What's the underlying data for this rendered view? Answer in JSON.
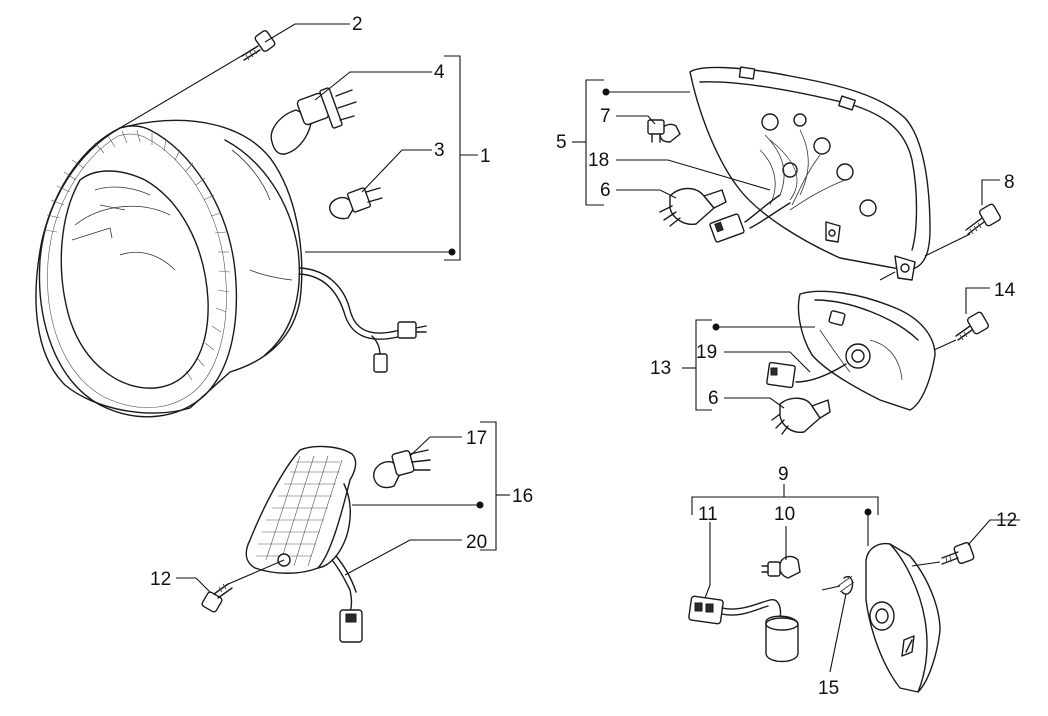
{
  "callouts": [
    {
      "id": "1",
      "label": "1"
    },
    {
      "id": "2",
      "label": "2"
    },
    {
      "id": "3",
      "label": "3"
    },
    {
      "id": "4",
      "label": "4"
    },
    {
      "id": "5",
      "label": "5"
    },
    {
      "id": "6a",
      "label": "6"
    },
    {
      "id": "6b",
      "label": "6"
    },
    {
      "id": "7",
      "label": "7"
    },
    {
      "id": "8",
      "label": "8"
    },
    {
      "id": "9",
      "label": "9"
    },
    {
      "id": "10",
      "label": "10"
    },
    {
      "id": "11",
      "label": "11"
    },
    {
      "id": "12a",
      "label": "12"
    },
    {
      "id": "12b",
      "label": "12"
    },
    {
      "id": "13",
      "label": "13"
    },
    {
      "id": "14",
      "label": "14"
    },
    {
      "id": "15",
      "label": "15"
    },
    {
      "id": "16",
      "label": "16"
    },
    {
      "id": "17",
      "label": "17"
    },
    {
      "id": "18",
      "label": "18"
    },
    {
      "id": "19",
      "label": "19"
    },
    {
      "id": "20",
      "label": "20"
    }
  ],
  "colors": {
    "line": "#1a1a1a",
    "background": "#ffffff"
  }
}
